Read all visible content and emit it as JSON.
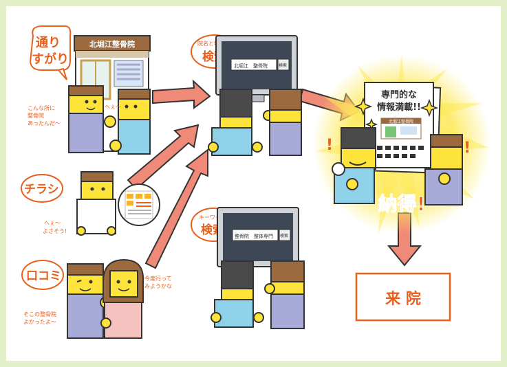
{
  "labels": {
    "walkby_line1": "通り",
    "walkby_line2": "すがり",
    "flyer": "チラシ",
    "wordofmouth": "口コミ",
    "search_by_area_caption": "院名と地域で",
    "search_by_area_title": "検索",
    "search_by_keyword_caption": "キーワード",
    "search_by_keyword_title": "検索",
    "convinced": "納得!",
    "visit": "来 院"
  },
  "shop_sign": "北堀江整骨院",
  "site_header": "北堀江整骨院",
  "site_card_line1": "専門的な",
  "site_card_line2": "情報満載!!",
  "search_box_1": {
    "query": "北堀江　整骨院",
    "button": "検索"
  },
  "search_box_2": {
    "query": "整骨院　整体専門",
    "button": "検索"
  },
  "speech": {
    "walkby_left_1": "こんな所に",
    "walkby_left_2": "整骨院",
    "walkby_left_3": "あったんだ〜",
    "walkby_right": "へぇ〜",
    "flyer_1": "へぇ〜",
    "flyer_2": "よさそう!",
    "wom_left_1": "そこの整骨院",
    "wom_left_2": "よかったよ〜",
    "wom_right_1": "今度行って",
    "wom_right_2": "みようかな"
  },
  "colors": {
    "orange": "#e8601c",
    "arrow": "#f08a78",
    "skin": "#fde33a",
    "hair_brown": "#9b6a3e",
    "hair_dark": "#4a4a4a",
    "shirt_purple": "#a7a9d6",
    "shirt_blue": "#8fd1e8",
    "shirt_pink": "#f6c2c0",
    "frame_green": "#e3efc8"
  }
}
